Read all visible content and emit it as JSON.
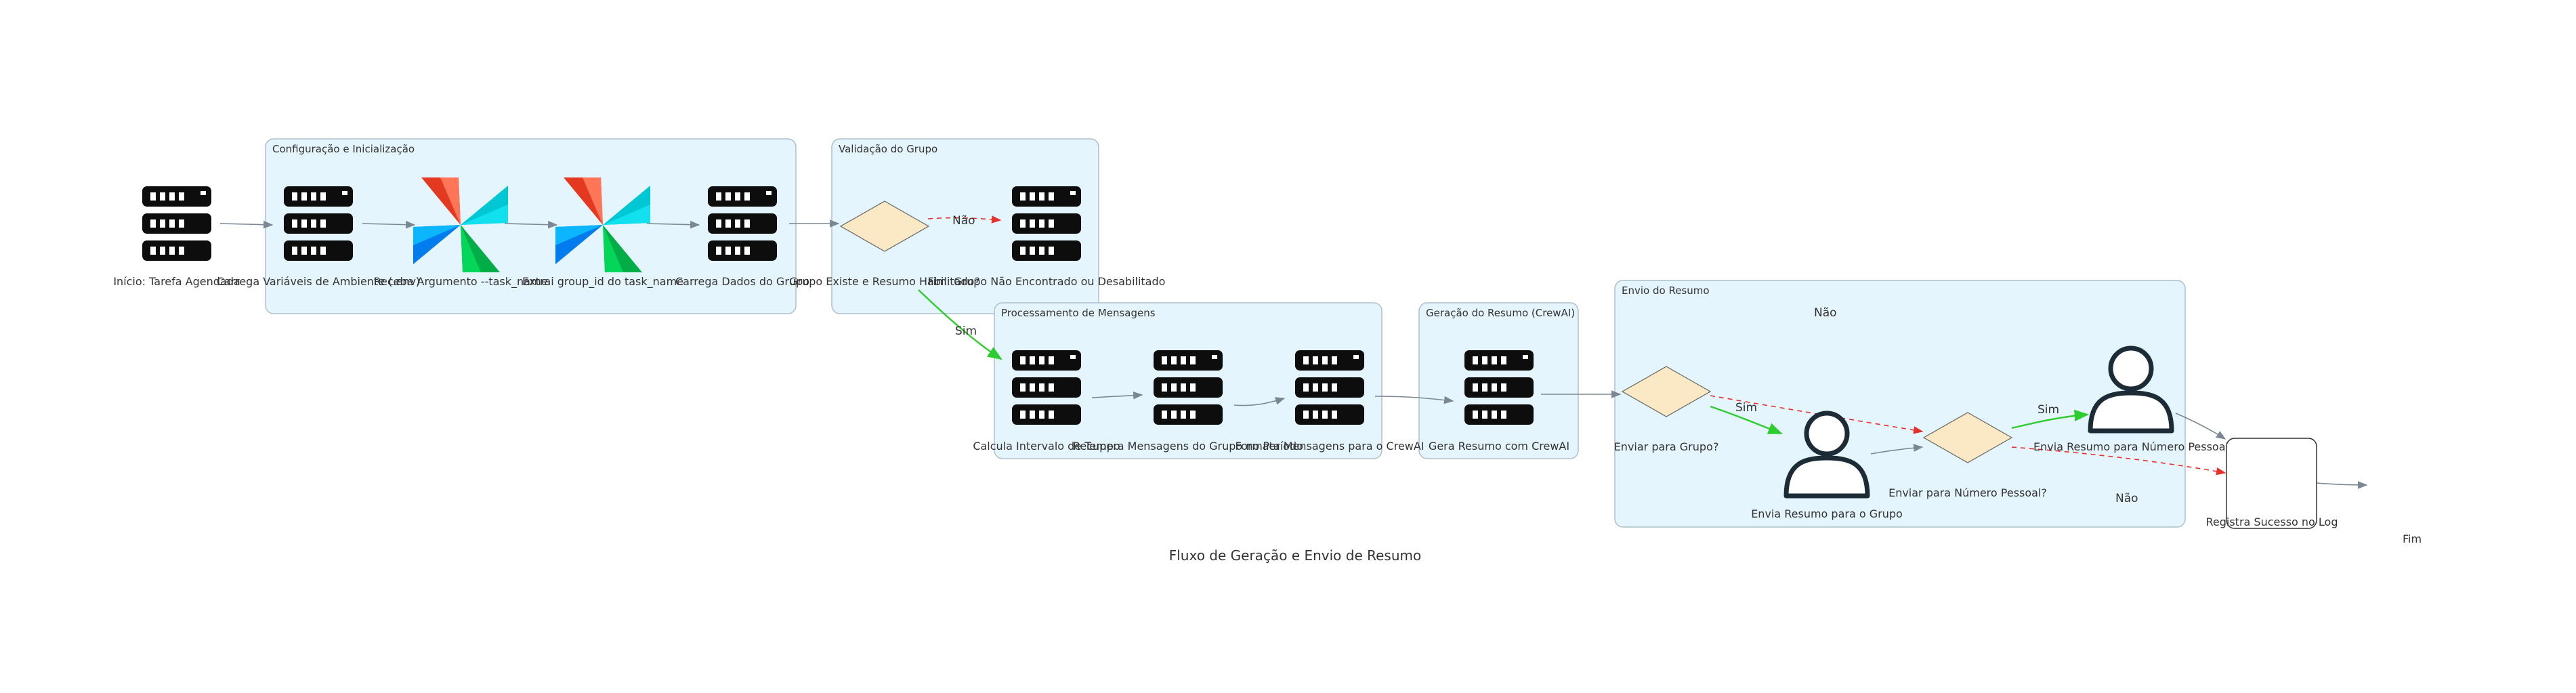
{
  "title": "Fluxo de Geração e Envio de Resumo",
  "clusters": {
    "config": "Configuração e Inicialização",
    "validacao": "Validação do Grupo",
    "processamento": "Processamento de Mensagens",
    "geracao": "Geração do Resumo (CrewAI)",
    "envio": "Envio do Resumo"
  },
  "nodes": {
    "inicio": {
      "label": "Início: Tarefa Agendada",
      "icon": "server-icon"
    },
    "carrega_env": {
      "label": "Carrega Variáveis de Ambiente (.env)",
      "icon": "server-icon"
    },
    "recebe_arg": {
      "label": "Recebe Argumento --task_name",
      "icon": "airflow-pinwheel-icon"
    },
    "extrai_group": {
      "label": "Extrai group_id do task_name",
      "icon": "airflow-pinwheel-icon"
    },
    "carrega_grupo": {
      "label": "Carrega Dados do Grupo",
      "icon": "server-icon"
    },
    "decisao_grupo": {
      "label": "Grupo Existe e Resumo Habilitado?",
      "icon": "decision-diamond"
    },
    "fim_grupo": {
      "label": "Fim: Grupo Não Encontrado ou Desabilitado",
      "icon": "server-icon"
    },
    "calcula": {
      "label": "Calcula Intervalo de Tempo",
      "icon": "server-icon"
    },
    "recupera": {
      "label": "Recupera Mensagens do Grupo no Período",
      "icon": "server-icon"
    },
    "formata": {
      "label": "Formata Mensagens para o CrewAI",
      "icon": "server-icon"
    },
    "gera": {
      "label": "Gera Resumo com CrewAI",
      "icon": "server-icon"
    },
    "enviar_grupo": {
      "label": "Enviar para Grupo?",
      "icon": "decision-diamond"
    },
    "envia_grupo": {
      "label": "Envia Resumo para o Grupo",
      "icon": "user-icon"
    },
    "enviar_pessoal": {
      "label": "Enviar para Número Pessoal?",
      "icon": "decision-diamond"
    },
    "envia_pessoal": {
      "label": "Envia Resumo para Número Pessoal",
      "icon": "user-icon"
    },
    "registra": {
      "label": "Registra Sucesso no Log",
      "icon": "log-box"
    },
    "fim": {
      "label": "Fim",
      "icon": ""
    }
  },
  "edges": {
    "nao_grupo": "Não",
    "sim_grupo": "Sim",
    "sim_enviar_grupo": "Sim",
    "sim_enviar_pessoal": "Sim",
    "nao_enviar_grupo": "Não",
    "nao_enviar_pessoal": "Não"
  },
  "colors": {
    "cluster_fill": "#e5f5fd",
    "cluster_border": "#aebfcb",
    "edge_default": "#7b8894",
    "edge_yes": "#2ecc2e",
    "edge_no": "#e8302a",
    "diamond_fill": "#fbe8c4",
    "server_dark": "#0d0d0d",
    "user_dark": "#1d2b36"
  }
}
